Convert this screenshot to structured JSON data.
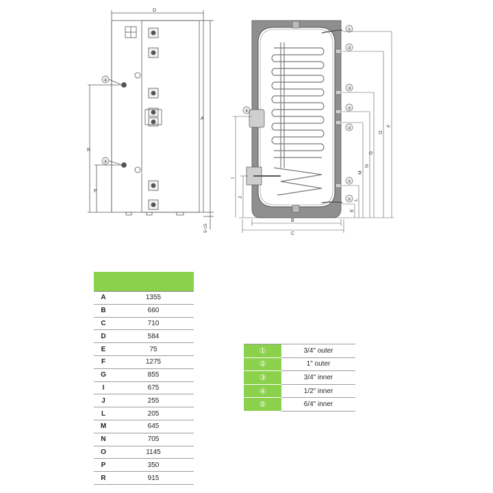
{
  "drawing": {
    "left_labels": {
      "D": "D",
      "A": "A",
      "R": "R",
      "P": "P",
      "gap": "5÷15",
      "call_top": "④",
      "call_bottom": "④"
    },
    "right_labels": {
      "B": "B",
      "C": "C",
      "E": "E",
      "L": "L",
      "I": "I",
      "J": "J",
      "M": "M",
      "N": "N",
      "G": "G",
      "O": "O",
      "F": "F",
      "c1": "①",
      "c2a": "②",
      "c3": "③",
      "c2b": "②",
      "c2c": "②",
      "c2d": "②",
      "c1b": "①",
      "c5": "⑤"
    }
  },
  "dimensions": {
    "rows": [
      {
        "key": "A",
        "value": "1355"
      },
      {
        "key": "B",
        "value": "660"
      },
      {
        "key": "C",
        "value": "710"
      },
      {
        "key": "D",
        "value": "584"
      },
      {
        "key": "E",
        "value": "75"
      },
      {
        "key": "F",
        "value": "1275"
      },
      {
        "key": "G",
        "value": "855"
      },
      {
        "key": "I",
        "value": "675"
      },
      {
        "key": "J",
        "value": "255"
      },
      {
        "key": "L",
        "value": "205"
      },
      {
        "key": "M",
        "value": "645"
      },
      {
        "key": "N",
        "value": "705"
      },
      {
        "key": "O",
        "value": "1145"
      },
      {
        "key": "P",
        "value": "350"
      },
      {
        "key": "R",
        "value": "915"
      }
    ]
  },
  "connections": {
    "rows": [
      {
        "symbol": "①",
        "label": "3/4\" outer"
      },
      {
        "symbol": "②",
        "label": "1\" outer"
      },
      {
        "symbol": "③",
        "label": "3/4\" inner"
      },
      {
        "symbol": "④",
        "label": "1/2\" inner"
      },
      {
        "symbol": "⑤",
        "label": "6/4\" inner"
      }
    ]
  },
  "colors": {
    "accent_green": "#8cd14c",
    "insulation_gray": "#8f8f8f",
    "line": "#555555"
  }
}
